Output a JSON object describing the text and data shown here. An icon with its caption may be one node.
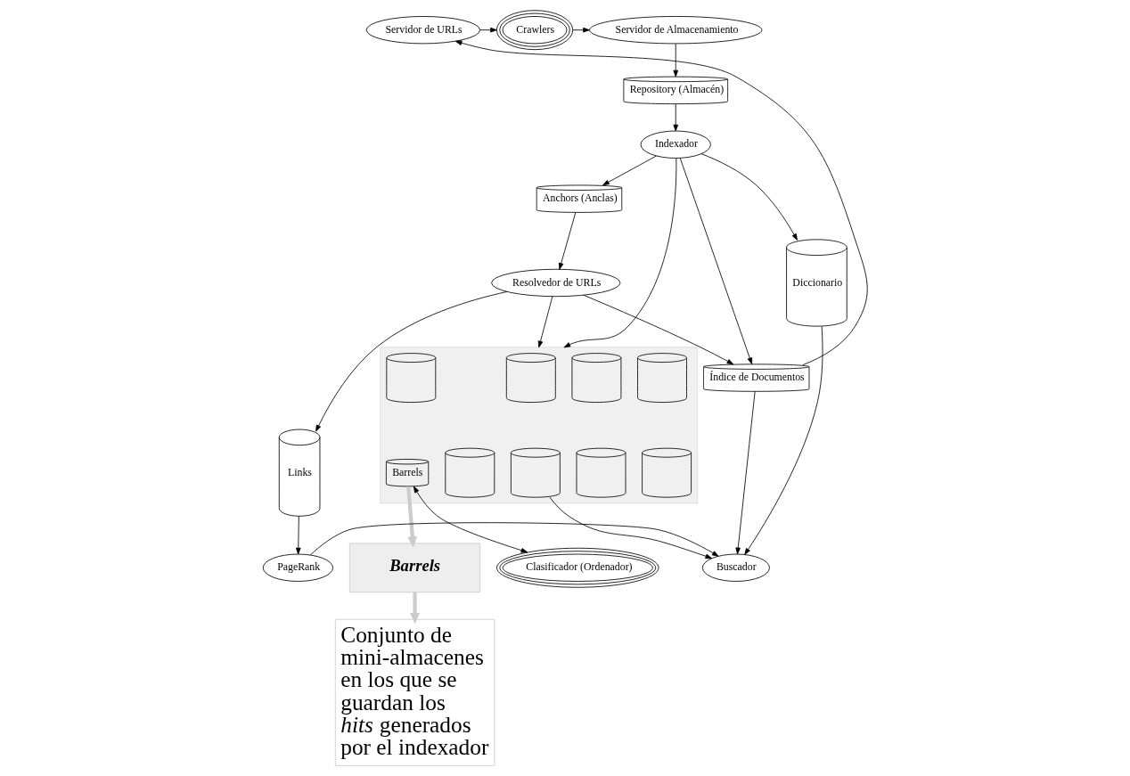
{
  "diagram": {
    "nodes": [
      {
        "text": [
          "Servidor de URLs"
        ]
      },
      {
        "text": [
          "Crawlers"
        ]
      },
      {
        "text": [
          "Servidor de Almacenamiento"
        ]
      },
      {
        "text": [
          "Anchors (Anclas)"
        ]
      },
      {
        "text": [
          "Repository (Almacén)"
        ]
      },
      {
        "text": [
          "Indexador"
        ]
      },
      {
        "text": [
          "Resolvedor de URLs"
        ]
      },
      {
        "text": [],
        "shape": "box"
      },
      {
        "text": [],
        "shape": "cylinder",
        "in": 7
      },
      {
        "text": [],
        "shape": "cylinder",
        "in": 7
      },
      {
        "text": [],
        "shape": "cylinder",
        "in": 7
      },
      {
        "text": [],
        "shape": "cylinder",
        "in": 7
      },
      {
        "text": [],
        "shape": "cylinder",
        "in": 7
      },
      {
        "text": [],
        "shape": "cylinder",
        "in": 7
      },
      {
        "text": [
          "Barrels"
        ],
        "in": 7
      },
      {
        "text": [],
        "shape": "cylinder",
        "in": 7
      },
      {
        "text": [],
        "shape": "cylinder",
        "in": 7
      },
      {
        "text": [
          "Links"
        ]
      },
      {
        "text": [
          "Diccionario"
        ]
      },
      {
        "text": [
          "Índice de Documentos"
        ]
      },
      {
        "text": [
          "Clasificador (Ordenador)"
        ]
      },
      {
        "text": [
          "PageRank"
        ]
      },
      {
        "text": [
          "Buscador"
        ]
      },
      {
        "text": [
          "Barrels"
        ]
      },
      {
        "text": [
          "Conjunto de mini-almacenes en los que se guardan los *hits* generados por el indexador"
        ]
      }
    ],
    "edges": [
      {
        "from": 0,
        "to": 1,
        "arrow": "to"
      },
      {
        "from": 1,
        "to": 2,
        "arrow": "to"
      },
      {
        "from": 2,
        "to": 4,
        "arrow": "to"
      },
      {
        "from": 4,
        "to": 5,
        "arrow": "to"
      },
      {
        "from": 5,
        "to": 3,
        "arrow": "to"
      },
      {
        "from": 3,
        "to": 6,
        "arrow": "to"
      },
      {
        "from": 5,
        "to": 19,
        "arrow": "to"
      },
      {
        "from": 5,
        "to": 7,
        "arrow": "to"
      },
      {
        "from": 5,
        "to": 18,
        "arrow": "to"
      },
      {
        "from": 6,
        "to": 17,
        "arrow": "to"
      },
      {
        "from": 6,
        "to": 7,
        "arrow": "to"
      },
      {
        "from": 6,
        "to": 19,
        "arrow": "to"
      },
      {
        "from": 19,
        "to": 0,
        "arrow": "to"
      },
      {
        "from": 14,
        "to": 20,
        "arrow": "both"
      },
      {
        "from": 17,
        "to": 21,
        "arrow": "to"
      },
      {
        "from": 19,
        "to": 22,
        "arrow": "to"
      },
      {
        "from": 16,
        "to": 22,
        "arrow": "to"
      },
      {
        "from": 18,
        "to": 22,
        "arrow": "to"
      },
      {
        "from": 21,
        "to": 22,
        "arrow": "to"
      },
      {
        "from": 14,
        "to": 23,
        "arrow": "to",
        "style": "thick",
        "color": "#cccccc"
      },
      {
        "from": 23,
        "to": 24,
        "arrow": "to",
        "style": "thick",
        "color": "#cccccc"
      }
    ]
  }
}
